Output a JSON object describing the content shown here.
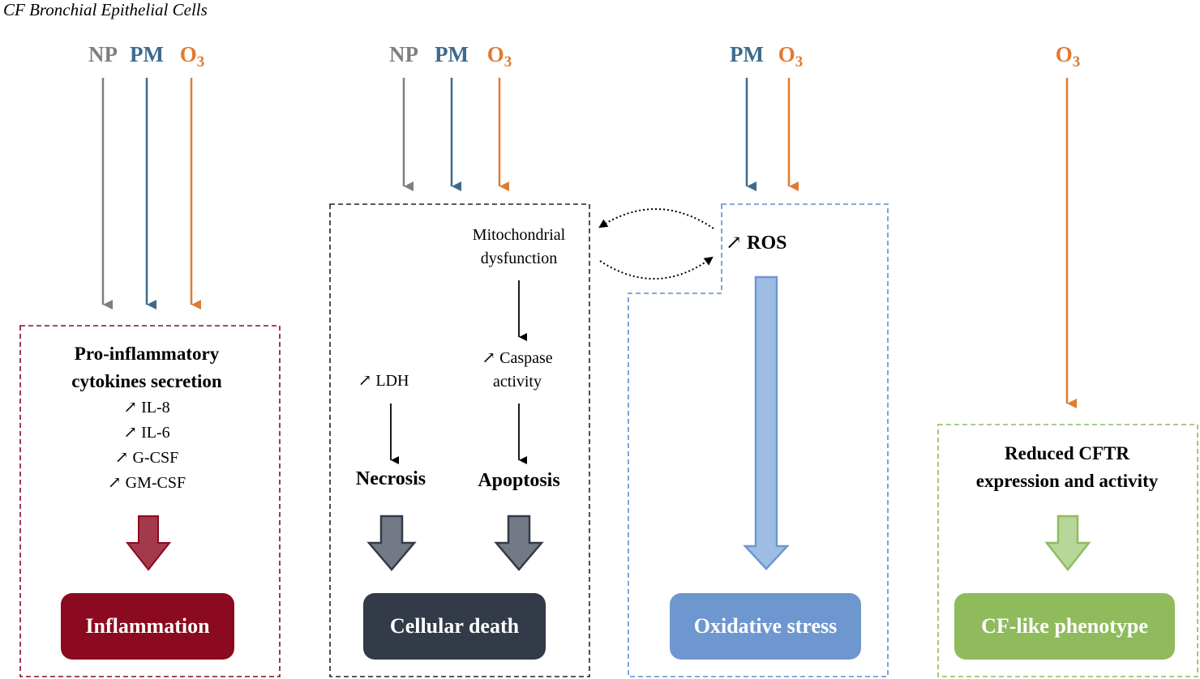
{
  "title": "CF Bronchial Epithelial Cells",
  "pollutants": {
    "np": "NP",
    "pm": "PM",
    "o3_base": "O",
    "o3_sub": "3"
  },
  "panels": {
    "inflammation": {
      "heading_line1": "Pro-inflammatory",
      "heading_line2": "cytokines secretion",
      "markers": [
        "↗ IL-8",
        "↗ IL-6",
        "↗ G-CSF",
        "↗ GM-CSF"
      ],
      "outcome": "Inflammation"
    },
    "cell_death": {
      "mito_line1": "Mitochondrial",
      "mito_line2": "dysfunction",
      "caspase_line1": "↗ Caspase",
      "caspase_line2": "activity",
      "ldh": "↗ LDH",
      "necrosis": "Necrosis",
      "apoptosis": "Apoptosis",
      "outcome": "Cellular death"
    },
    "oxidative": {
      "ros_prefix": "↗",
      "ros": "ROS",
      "outcome": "Oxidative stress"
    },
    "cftr": {
      "heading_line1": "Reduced CFTR",
      "heading_line2": "expression and activity",
      "outcome": "CF-like phenotype"
    }
  },
  "colors": {
    "np": "#7f7f7f",
    "pm": "#3d6a8c",
    "o3": "#e07b2f",
    "inflammation": "#8b0a1f",
    "cellular_death": "#333a48",
    "oxidative": "#6f97cf",
    "cftr": "#8fbb5d"
  }
}
